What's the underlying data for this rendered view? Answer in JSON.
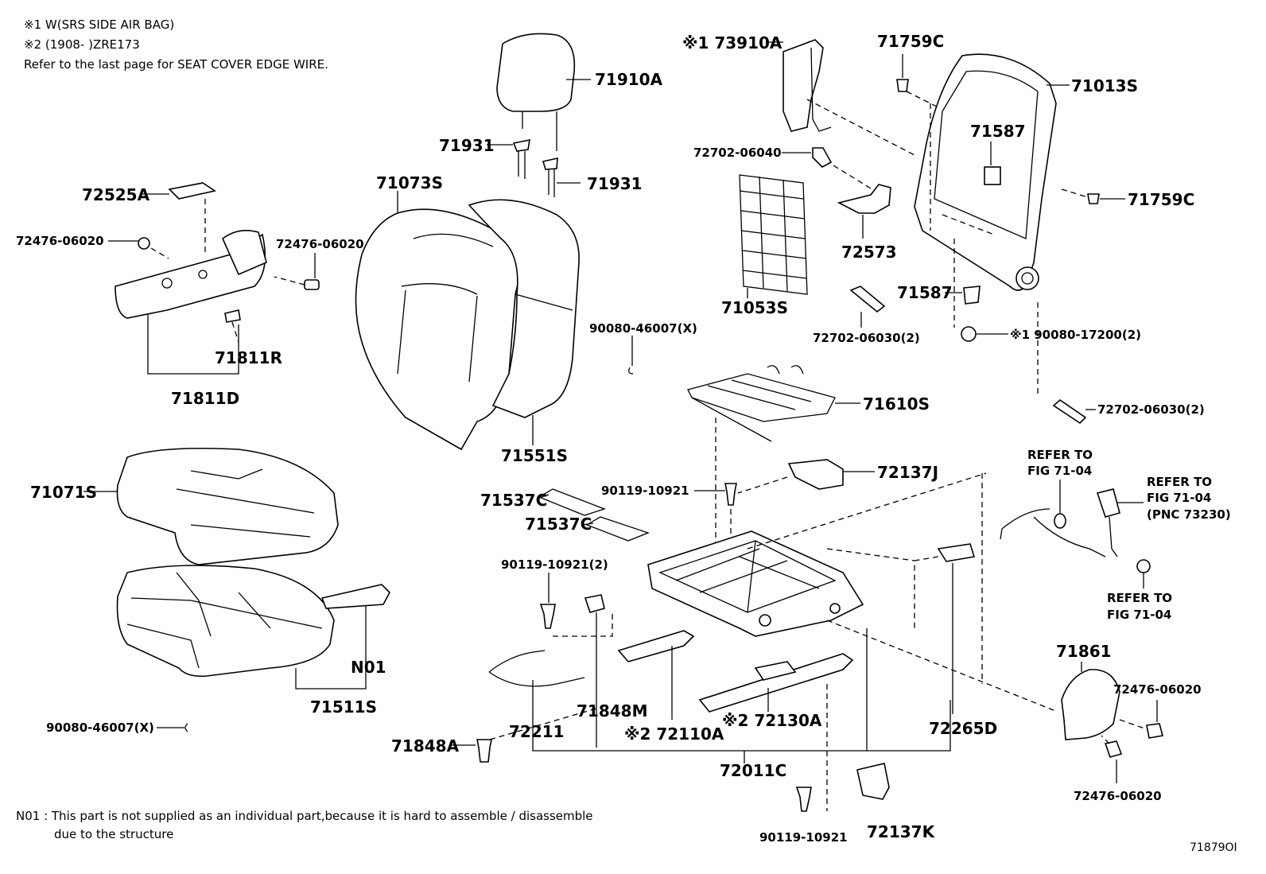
{
  "notes": {
    "note1": "※1 W(SRS SIDE AIR BAG)",
    "note2": "※2 (1908-    )ZRE173",
    "note3": "Refer to the last page for SEAT COVER EDGE WIRE.",
    "footnote_line1": "N01 : This part is not supplied as an individual part,because it is hard to assemble / disassemble",
    "footnote_line2": "due to the structure",
    "figure_id": "71879OI"
  },
  "labels": {
    "p73910A": "※1 73910A",
    "p71759C_top": "71759C",
    "p71910A": "71910A",
    "p71013S": "71013S",
    "p71931_a": "71931",
    "p71931_b": "71931",
    "p71587_a": "71587",
    "p72702_06040": "72702-06040",
    "p71073S": "71073S",
    "p72525A": "72525A",
    "p71759C_right": "71759C",
    "p72476_a": "72476-06020",
    "p72476_b": "72476-06020",
    "p72573": "72573",
    "p71053S": "71053S",
    "p71587_b": "71587",
    "p72702_06030_a": "72702-06030(2)",
    "p90080_17200": "※1 90080-17200(2)",
    "p71811R": "71811R",
    "p90080_46007_a": "90080-46007(X)",
    "p71811D": "71811D",
    "p71610S": "71610S",
    "p72702_06030_b": "72702-06030(2)",
    "p71551S": "71551S",
    "p72137J": "72137J",
    "p71071S": "71071S",
    "p90119_10921_a": "90119-10921",
    "p71537C_a": "71537C",
    "p71537C_b": "71537C",
    "refer1_l1": "REFER TO",
    "refer1_l2": "FIG 71-04",
    "refer2_l1": "REFER TO",
    "refer2_l2": "FIG 71-04",
    "refer2_l3": "(PNC 73230)",
    "refer3_l1": "REFER TO",
    "refer3_l2": "FIG 71-04",
    "p90119_10921_2": "90119-10921(2)",
    "pN01": "N01",
    "p71511S": "71511S",
    "p71861": "71861",
    "p72476_c": "72476-06020",
    "p90080_46007_b": "90080-46007(X)",
    "p71848M": "71848M",
    "p72211": "72211",
    "p72110A": "※2 72110A",
    "p72130A": "※2 72130A",
    "p72265D": "72265D",
    "p71848A": "71848A",
    "p72011C": "72011C",
    "p72476_d": "72476-06020",
    "p90119_10921_b": "90119-10921",
    "p72137K": "72137K"
  }
}
